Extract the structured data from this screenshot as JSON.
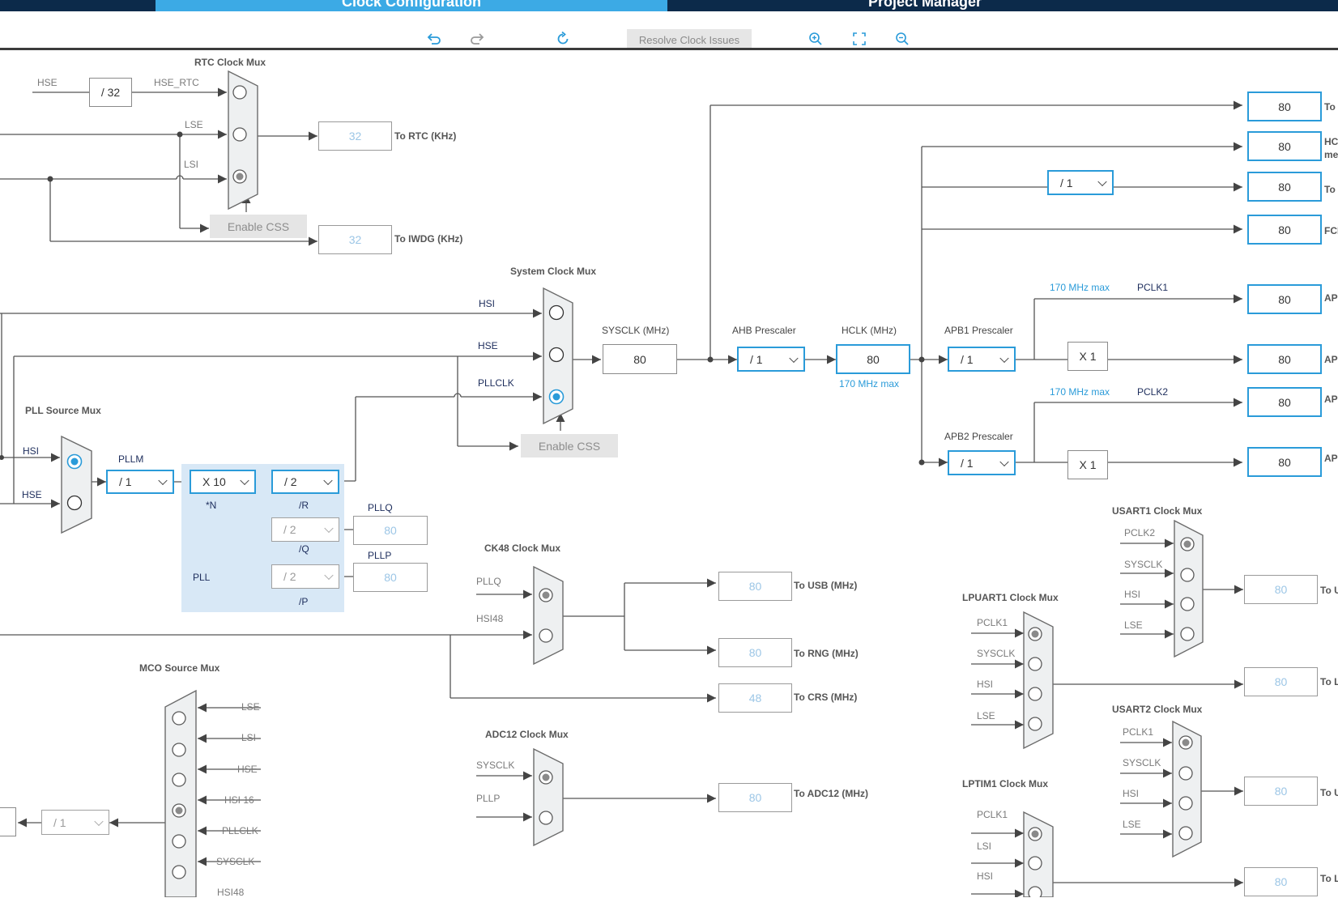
{
  "tabs": {
    "clock": "Clock Configuration",
    "project": "Project Manager"
  },
  "toolbar": {
    "resolve": "Resolve Clock Issues"
  },
  "icons": [
    "undo-icon",
    "redo-icon",
    "refresh-icon",
    "zoom-in-icon",
    "fit-screen-icon",
    "zoom-out-icon"
  ],
  "colors": {
    "accent": "#2a9bd9",
    "topbar": "#0c2a4a",
    "active_tab": "#3caae5",
    "pll_area": "#d8e8f6"
  },
  "rtc": {
    "title": "RTC Clock Mux",
    "hse": "HSE",
    "div": "/ 32",
    "hse_rtc": "HSE_RTC",
    "lse": "LSE",
    "lsi": "LSI",
    "enable_css": "Enable CSS",
    "to_rtc_val": "32",
    "to_rtc": "To RTC (KHz)",
    "to_iwdg_val": "32",
    "to_iwdg": "To IWDG (KHz)"
  },
  "sys": {
    "title": "System Clock Mux",
    "hsi": "HSI",
    "hse": "HSE",
    "pllclk": "PLLCLK",
    "enable_css": "Enable CSS",
    "sysclk_label": "SYSCLK (MHz)",
    "sysclk_val": "80",
    "ahb_label": "AHB Prescaler",
    "ahb_val": "/ 1",
    "hclk_label": "HCLK (MHz)",
    "hclk_val": "80",
    "hclk_max": "170 MHz max"
  },
  "pll": {
    "src_title": "PLL Source Mux",
    "hsi": "HSI",
    "hse": "HSE",
    "pllm_label": "PLLM",
    "pllm_val": "/ 1",
    "n_val": "X 10",
    "n_label": "*N",
    "r_val": "/ 2",
    "r_label": "/R",
    "q_val": "/ 2",
    "q_label": "/Q",
    "p_val": "/ 2",
    "p_label": "/P",
    "pllq_label": "PLLQ",
    "pllq_val": "80",
    "pllp_label": "PLLP",
    "pllp_val": "80",
    "pll_label": "PLL"
  },
  "apb": {
    "apb1_label": "APB1 Prescaler",
    "apb1_val": "/ 1",
    "apb2_label": "APB2 Prescaler",
    "apb2_val": "/ 1",
    "max1": "170 MHz max",
    "pclk1": "PCLK1",
    "max2": "170 MHz max",
    "pclk2": "PCLK2",
    "x1a": "X 1",
    "x1b": "X 1",
    "div1": "/ 1"
  },
  "outputs": [
    {
      "val": "80",
      "label": "To"
    },
    {
      "val": "80",
      "label": "HCLK",
      "label2": "mem"
    },
    {
      "val": "80",
      "label": "To C"
    },
    {
      "val": "80",
      "label": "FCLK"
    },
    {
      "val": "80",
      "label": "APB"
    },
    {
      "val": "80",
      "label": "APB"
    },
    {
      "val": "80",
      "label": "APB"
    },
    {
      "val": "80",
      "label": "APB"
    }
  ],
  "ck48": {
    "title": "CK48 Clock Mux",
    "pllq": "PLLQ",
    "hsi48": "HSI48",
    "usb_val": "80",
    "usb": "To USB (MHz)",
    "rng_val": "80",
    "rng": "To RNG (MHz)",
    "crs_val": "48",
    "crs": "To CRS (MHz)"
  },
  "adc": {
    "title": "ADC12 Clock Mux",
    "sysclk": "SYSCLK",
    "pllp": "PLLP",
    "val": "80",
    "label": "To ADC12 (MHz)"
  },
  "mco": {
    "title": "MCO Source Mux",
    "inputs": [
      "LSE",
      "LSI",
      "HSE",
      "HSI 16",
      "PLLCLK",
      "SYSCLK",
      "HSI48"
    ],
    "div": "/ 1"
  },
  "usart1": {
    "title": "USART1 Clock Mux",
    "inputs": [
      "PCLK2",
      "SYSCLK",
      "HSI",
      "LSE"
    ],
    "val": "80",
    "label": "To U"
  },
  "lpuart1": {
    "title": "LPUART1 Clock Mux",
    "inputs": [
      "PCLK1",
      "SYSCLK",
      "HSI",
      "LSE"
    ],
    "val": "80",
    "label": "To LI"
  },
  "usart2": {
    "title": "USART2 Clock Mux",
    "inputs": [
      "PCLK1",
      "SYSCLK",
      "HSI",
      "LSE"
    ],
    "val": "80",
    "label": "To U"
  },
  "lptim1": {
    "title": "LPTIM1 Clock Mux",
    "inputs": [
      "PCLK1",
      "LSI",
      "HSI"
    ],
    "val": "80",
    "label": "To LI"
  }
}
